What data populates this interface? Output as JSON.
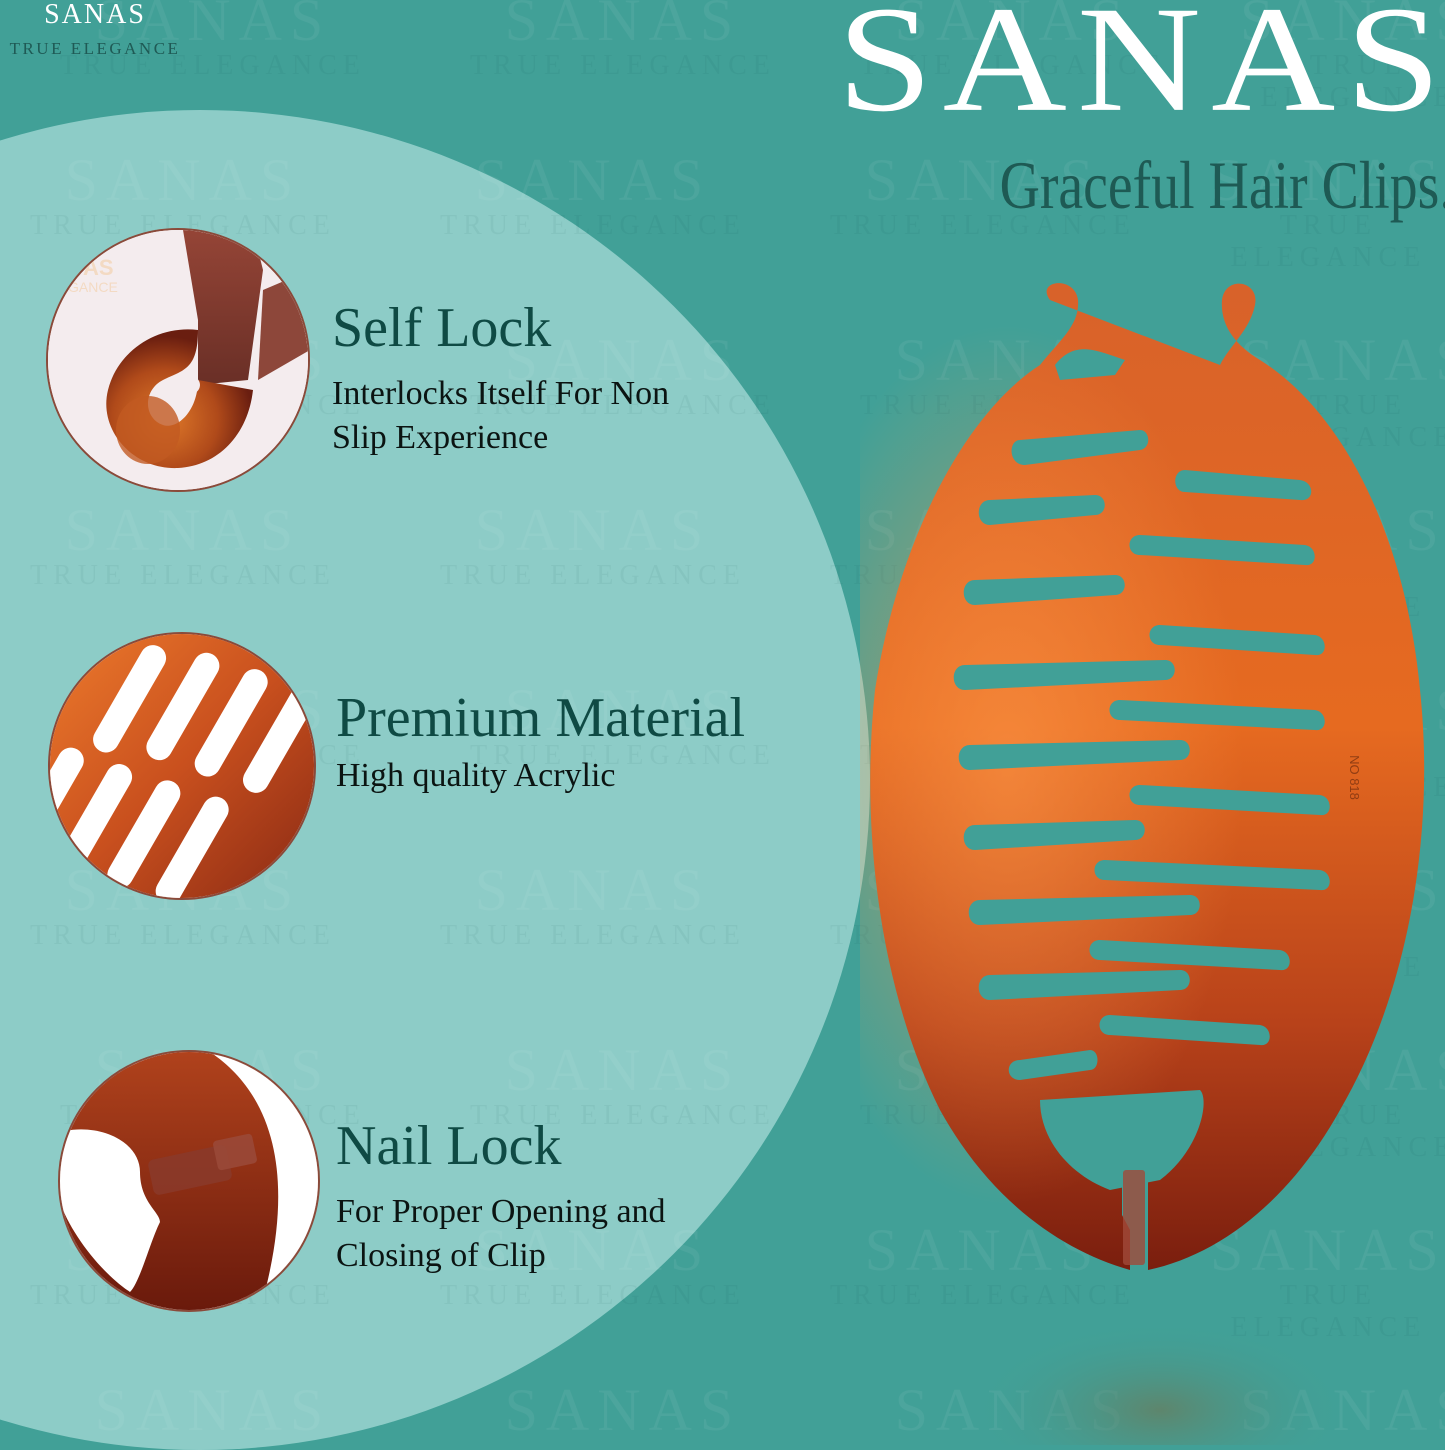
{
  "brand": {
    "small_name": "SANAS",
    "small_tagline": "TRUE ELEGANCE",
    "hero_title": "SANAS",
    "hero_subtitle": "Graceful Hair Clips."
  },
  "watermark": {
    "word": "SANAS",
    "tagline": "TRUE ELEGANCE"
  },
  "features": [
    {
      "title": "Self Lock",
      "description_line1": "Interlocks Itself For Non",
      "description_line2": "Slip Experience",
      "image": "self-lock-closeup"
    },
    {
      "title": "Premium Material",
      "description_line1": "High quality Acrylic",
      "description_line2": "",
      "image": "teeth-closeup"
    },
    {
      "title": "Nail Lock",
      "description_line1": "For Proper Opening and",
      "description_line2": "Closing of Clip",
      "image": "hinge-closeup"
    }
  ],
  "product": {
    "name": "banana hair clip",
    "embossed_text": "NO 818"
  },
  "colors": {
    "background": "#41a097",
    "circle": "#8dccc7",
    "title_white": "#ffffff",
    "heading_teal": "#0f4a44",
    "clip_orange": "#e0641e",
    "clip_dark": "#7a1e0e"
  }
}
